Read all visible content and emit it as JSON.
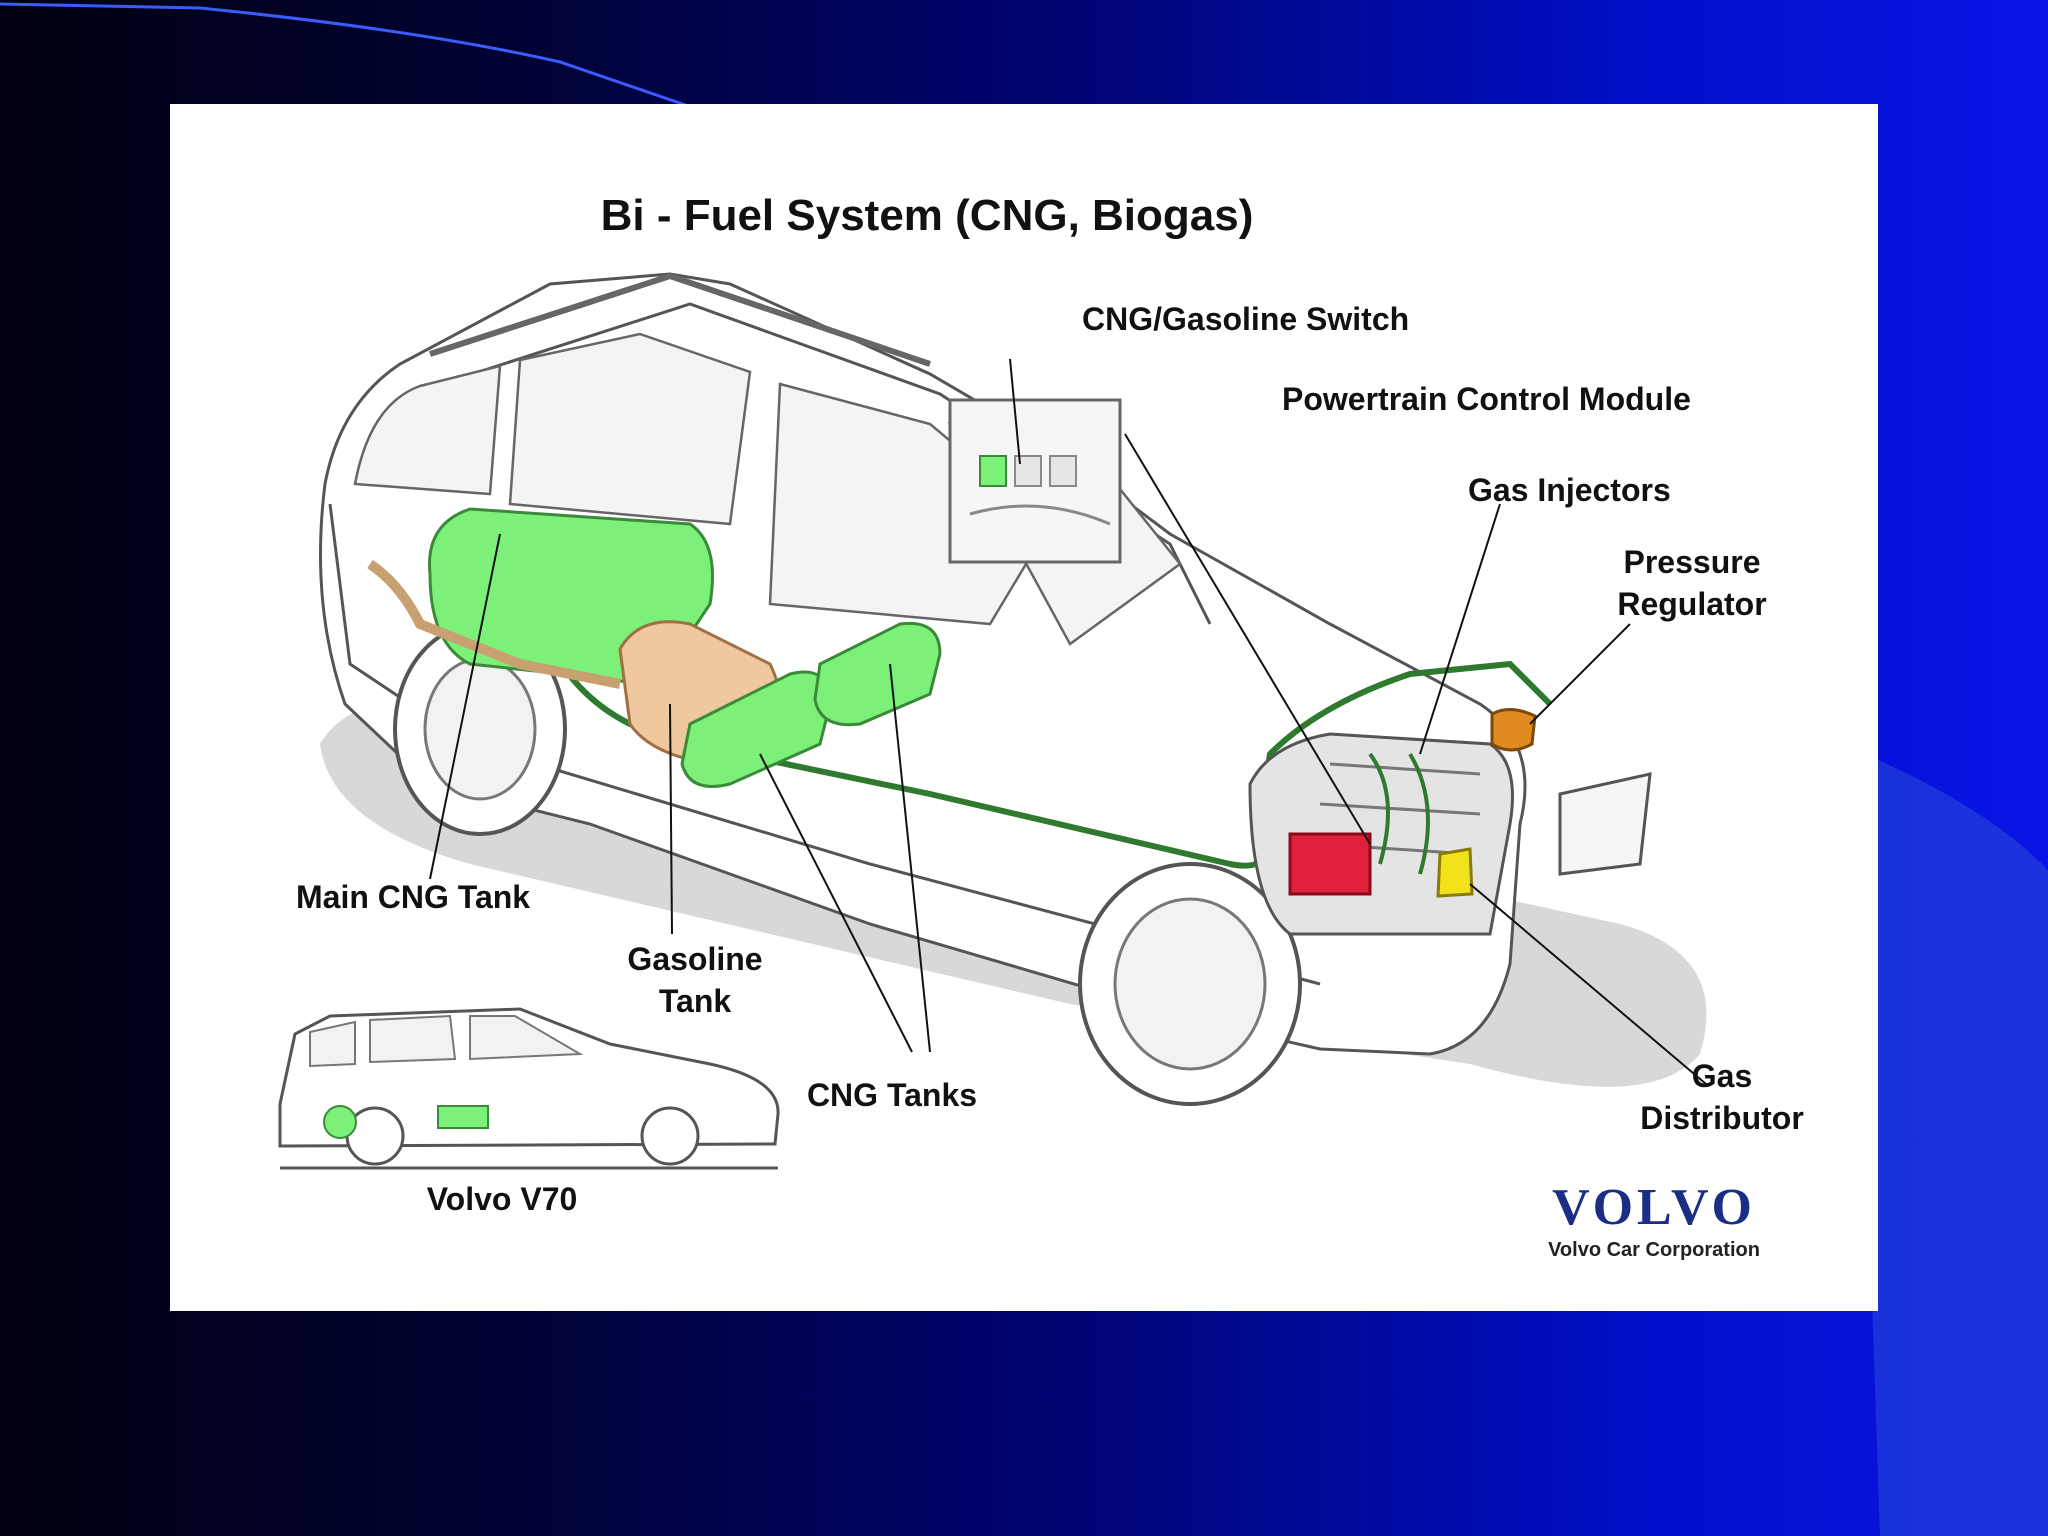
{
  "figure": {
    "title": "Bi - Fuel System (CNG, Biogas)",
    "labels": {
      "switch": "CNG/Gasoline Switch",
      "pcm": "Powertrain Control Module",
      "injectors": "Gas Injectors",
      "regulator_line1": "Pressure",
      "regulator_line2": "Regulator",
      "main_tank": "Main CNG Tank",
      "gasoline_line1": "Gasoline",
      "gasoline_line2": "Tank",
      "cng_tanks": "CNG Tanks",
      "distributor_line1": "Gas",
      "distributor_line2": "Distributor",
      "inset_caption": "Volvo V70"
    },
    "logo": {
      "wordmark": "VOLVO",
      "subtitle": "Volvo Car Corporation"
    }
  },
  "colors": {
    "cng_green": "#7df07a",
    "gasoline_tan": "#f0c8a0",
    "pcm_red": "#e0203c",
    "distributor_yellow": "#f2e21a",
    "regulator_orange": "#e08a20",
    "logo_blue": "#1a2e86"
  }
}
